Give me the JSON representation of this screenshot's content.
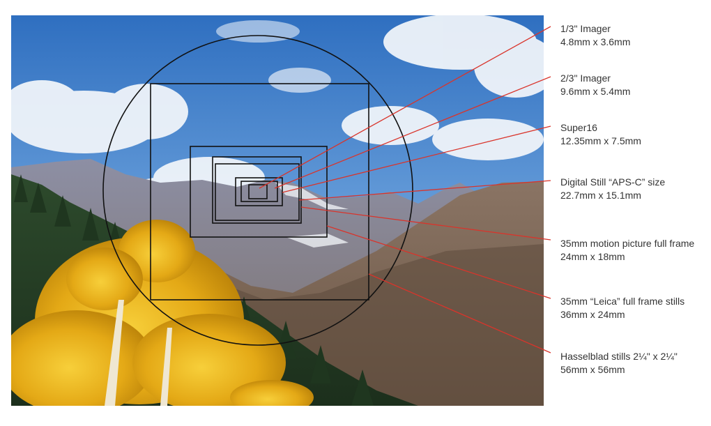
{
  "formats": [
    {
      "name": "1/3\" Imager",
      "dimensions": "4.8mm x 3.6mm"
    },
    {
      "name": "2/3\" Imager",
      "dimensions": "9.6mm x 5.4mm"
    },
    {
      "name": "Super16",
      "dimensions": "12.35mm x 7.5mm"
    },
    {
      "name": "Digital Still “APS-C” size",
      "dimensions": "22.7mm x 15.1mm"
    },
    {
      "name": "35mm motion picture full frame",
      "dimensions": "24mm x 18mm"
    },
    {
      "name": "35mm “Leica” full frame stills",
      "dimensions": "36mm x 24mm"
    },
    {
      "name": "Hasselblad stills 2¼\" x 2¼\"",
      "dimensions": "56mm x 56mm"
    }
  ],
  "colors": {
    "leader_line": "#d9342b",
    "frame_outline": "#111111",
    "label_text": "#333333"
  },
  "photo": {
    "subject": "autumn mountain landscape with yellow aspen and blue sky"
  }
}
